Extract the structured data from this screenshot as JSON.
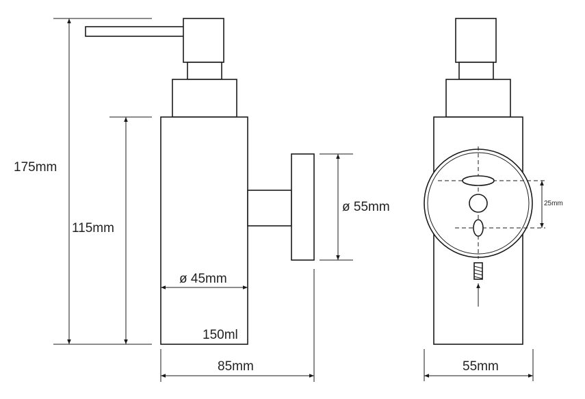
{
  "dimensions": {
    "total_height": "175mm",
    "body_height": "115mm",
    "body_diameter": "ø 45mm",
    "capacity": "150ml",
    "total_depth": "85mm",
    "flange_diameter": "ø 55mm",
    "back_width": "55mm",
    "hole_spacing": "25mm"
  }
}
